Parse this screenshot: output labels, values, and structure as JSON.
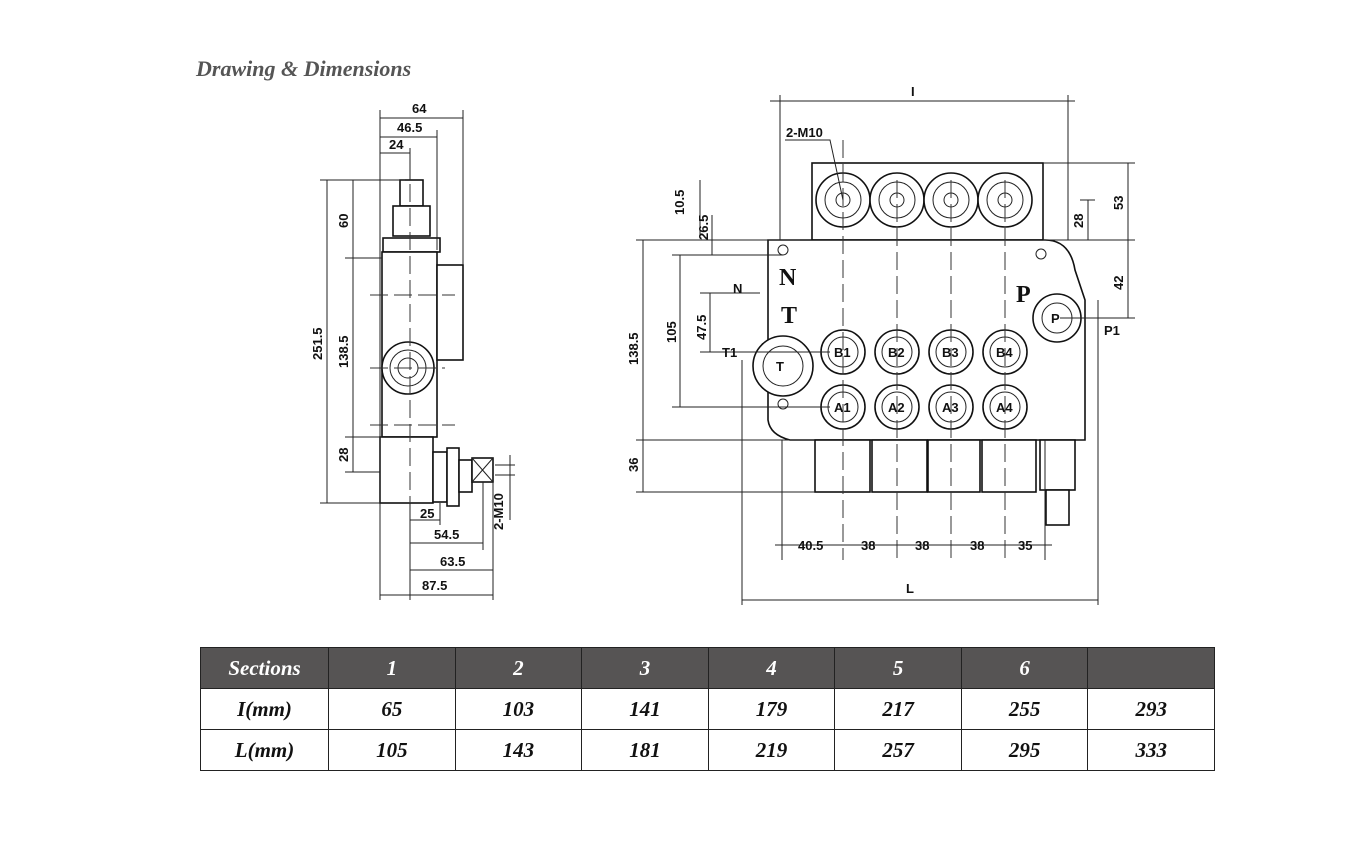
{
  "title": "Drawing & Dimensions",
  "side_view": {
    "d64": "64",
    "d46_5": "46.5",
    "d24": "24",
    "d251_5": "251.5",
    "d60": "60",
    "d138_5": "138.5",
    "d28": "28",
    "d25": "25",
    "d54_5": "54.5",
    "d63_5": "63.5",
    "d87_5": "87.5",
    "thread": "2-M10"
  },
  "front_view": {
    "dimI": "I",
    "dimL": "L",
    "thread": "2-M10",
    "d10_5": "10.5",
    "d26_5": "26.5",
    "d138_5": "138.5",
    "d105": "105",
    "d47_5": "47.5",
    "d36": "36",
    "d53": "53",
    "d28": "28",
    "d42": "42",
    "b40_5": "40.5",
    "b38a": "38",
    "b38b": "38",
    "b38c": "38",
    "b35": "35",
    "ports": {
      "N": "N",
      "T": "T",
      "P": "P",
      "N_label": "N",
      "T1": "T1",
      "P1": "P1",
      "Tc": "T",
      "Pc": "P",
      "B": [
        "B1",
        "B2",
        "B3",
        "B4"
      ],
      "A": [
        "A1",
        "A2",
        "A3",
        "A4"
      ]
    }
  },
  "table": {
    "header": [
      "Sections",
      "1",
      "2",
      "3",
      "4",
      "5",
      "6",
      ""
    ],
    "rows": [
      [
        "I(mm)",
        "65",
        "103",
        "141",
        "179",
        "217",
        "255",
        "293"
      ],
      [
        "L(mm)",
        "105",
        "143",
        "181",
        "219",
        "257",
        "295",
        "333"
      ]
    ]
  }
}
